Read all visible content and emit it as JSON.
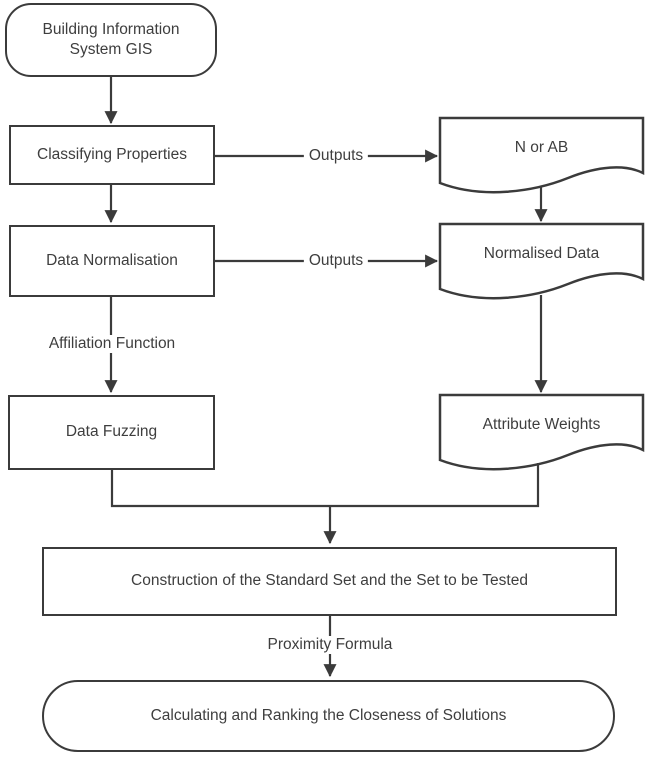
{
  "diagram": {
    "type": "flowchart",
    "colors": {
      "stroke": "#3b3b3b",
      "text": "#3e3e3e",
      "background": "#ffffff"
    },
    "nodes": {
      "gis": {
        "label": "Building Information System GIS",
        "shape": "terminal"
      },
      "classifying": {
        "label": "Classifying Properties",
        "shape": "process"
      },
      "normalisation": {
        "label": "Data Normalisation",
        "shape": "process"
      },
      "fuzzing": {
        "label": "Data Fuzzing",
        "shape": "process"
      },
      "n_or_ab": {
        "label": "N or AB",
        "shape": "document"
      },
      "normalised_data": {
        "label": "Normalised Data",
        "shape": "document"
      },
      "attribute_weights": {
        "label": "Attribute Weights",
        "shape": "document"
      },
      "construction": {
        "label": "Construction of the Standard Set and the Set to be Tested",
        "shape": "process"
      },
      "calculating": {
        "label": "Calculating and Ranking the Closeness of Solutions",
        "shape": "terminal"
      }
    },
    "edge_labels": {
      "outputs_1": "Outputs",
      "outputs_2": "Outputs",
      "affiliation": "Affiliation Function",
      "proximity": "Proximity Formula"
    },
    "edges": [
      {
        "from": "gis",
        "to": "classifying",
        "label": ""
      },
      {
        "from": "classifying",
        "to": "n_or_ab",
        "label": "Outputs"
      },
      {
        "from": "classifying",
        "to": "normalisation",
        "label": ""
      },
      {
        "from": "normalisation",
        "to": "normalised_data",
        "label": "Outputs"
      },
      {
        "from": "n_or_ab",
        "to": "normalised_data",
        "label": ""
      },
      {
        "from": "normalisation",
        "to": "fuzzing",
        "label": "Affiliation Function"
      },
      {
        "from": "normalised_data",
        "to": "attribute_weights",
        "label": ""
      },
      {
        "from": "fuzzing",
        "to": "construction",
        "label": ""
      },
      {
        "from": "attribute_weights",
        "to": "construction",
        "label": ""
      },
      {
        "from": "construction",
        "to": "calculating",
        "label": "Proximity Formula"
      }
    ]
  }
}
